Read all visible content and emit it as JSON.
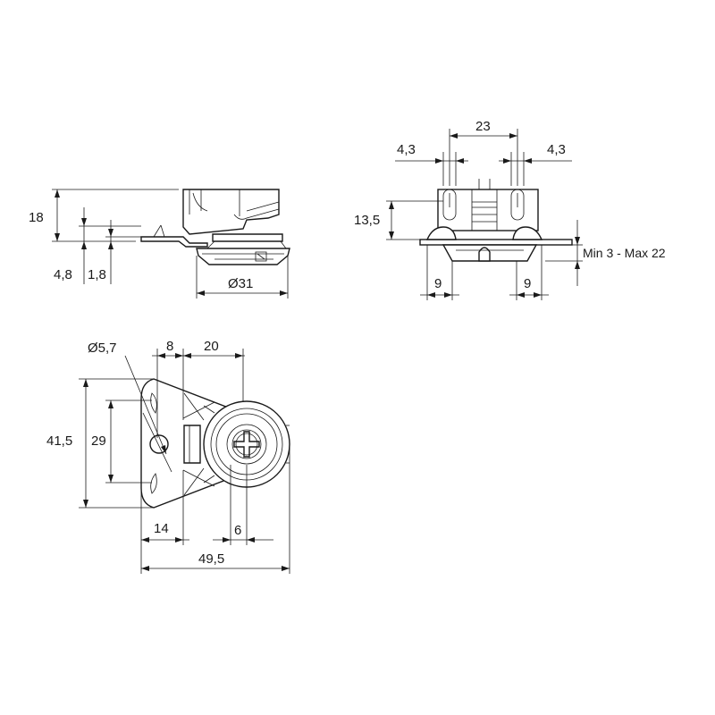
{
  "views": {
    "side": {
      "height": "18",
      "plate_thickness": "4,8",
      "plate_offset": "1,8",
      "diameter": "Ø31"
    },
    "front": {
      "slot_spacing": "23",
      "slot_width_left": "4,3",
      "slot_width_right": "4,3",
      "height": "13,5",
      "edge_left": "9",
      "edge_right": "9",
      "panel_range": "Min 3 - Max 22"
    },
    "top": {
      "hole_diameter": "Ø5,7",
      "hole_offset": "8",
      "center_offset": "20",
      "overall_height": "41,5",
      "hole_spacing": "29",
      "plate_width": "14",
      "screw_offset": "6",
      "overall_width": "49,5"
    }
  }
}
